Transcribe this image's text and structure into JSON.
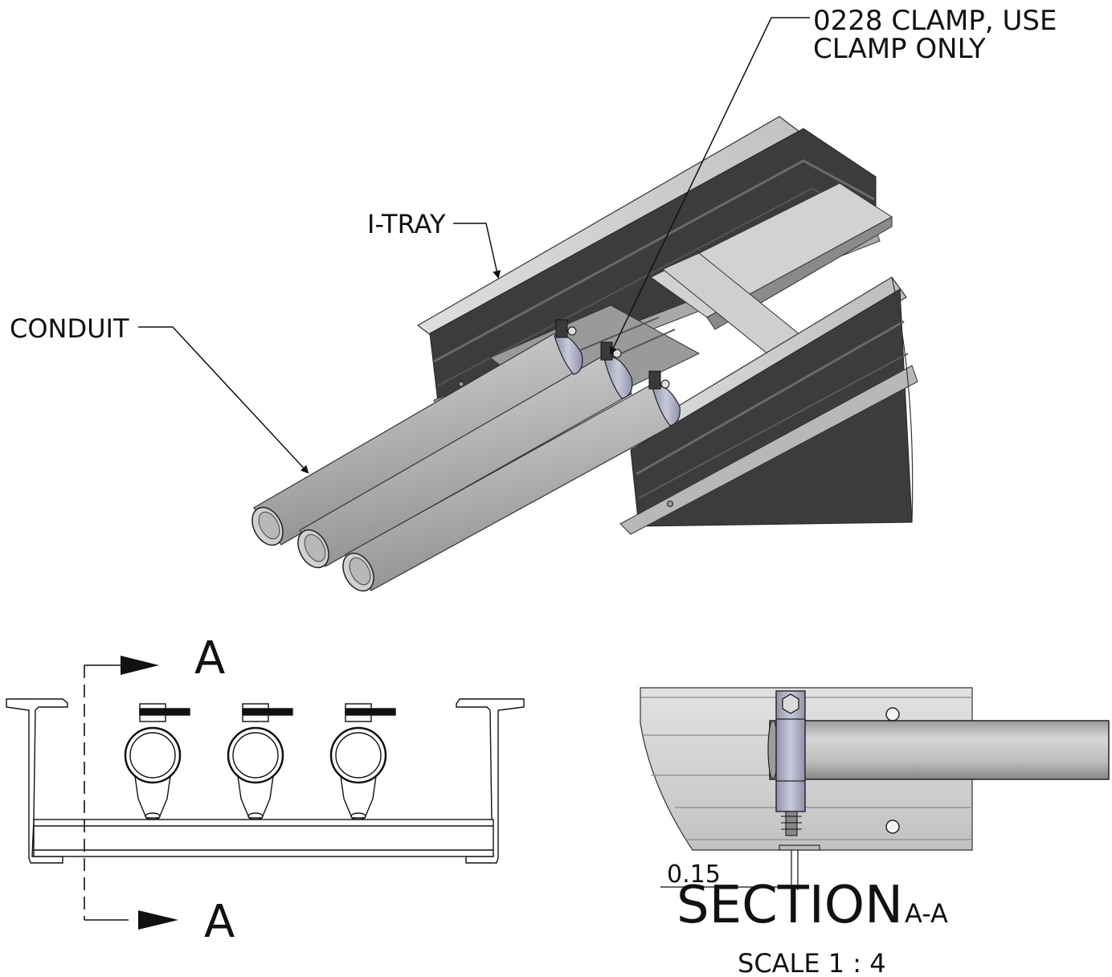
{
  "callouts": {
    "clamp_line1": "0228 CLAMP, USE",
    "clamp_line2": "CLAMP ONLY",
    "itray": "I-TRAY",
    "conduit": "CONDUIT"
  },
  "section_markers": {
    "top_letter": "A",
    "bottom_letter": "A"
  },
  "section_view": {
    "dimension": "0.15",
    "title": "SECTION",
    "title_suffix": "A-A",
    "scale": "SCALE 1 : 4"
  },
  "colors": {
    "tray_dark": "#3c3c3c",
    "tray_light": "#c8c8c8",
    "conduit": "#b4b4b4",
    "clamp": "#a9abc0",
    "line": "#111111"
  }
}
